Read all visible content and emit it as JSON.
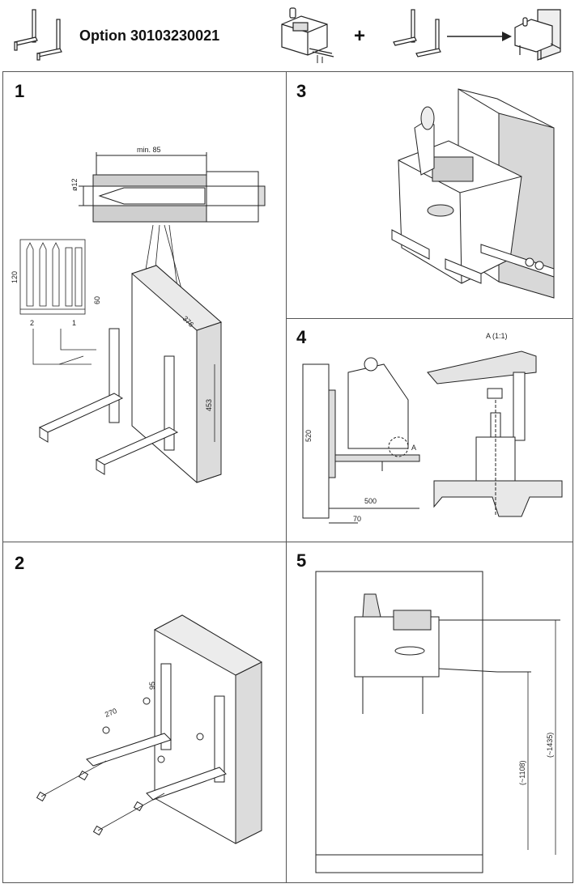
{
  "header": {
    "option_label": "Option 30103230021",
    "plus_sign": "+"
  },
  "steps": {
    "s1": {
      "number": "1",
      "dims": {
        "min85": "min. 85",
        "dia12": "ø12",
        "d120": "120",
        "d60": "60",
        "d376": "376",
        "d453": "453",
        "lbl2": "2",
        "lbl1": "1"
      }
    },
    "s2": {
      "number": "2",
      "dims": {
        "d270": "270",
        "d95": "95"
      }
    },
    "s3": {
      "number": "3"
    },
    "s4": {
      "number": "4",
      "dims": {
        "detail": "A (1:1)",
        "d520": "520",
        "d500": "500",
        "d70": "70",
        "markA": "A"
      }
    },
    "s5": {
      "number": "5",
      "dims": {
        "d1435": "(~1435)",
        "d1108": "(~1108)"
      }
    }
  },
  "icons": [
    "bracket-pair-icon",
    "pump-unit-icon",
    "assembled-unit-icon"
  ]
}
